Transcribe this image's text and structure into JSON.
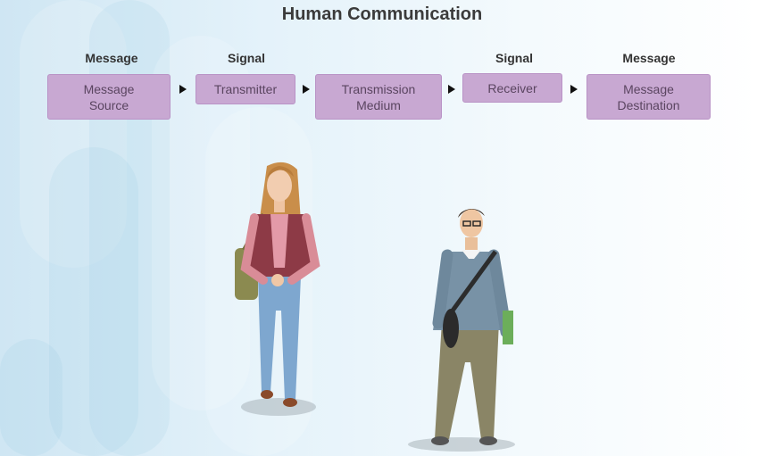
{
  "title": "Human Communication",
  "headers": [
    "Message",
    "Signal",
    "Signal",
    "Message"
  ],
  "boxes": [
    {
      "line1": "Message",
      "line2": "Source"
    },
    {
      "line1": "Transmitter",
      "line2": ""
    },
    {
      "line1": "Transmission",
      "line2": "Medium"
    },
    {
      "line1": "Receiver",
      "line2": ""
    },
    {
      "line1": "Message",
      "line2": "Destination"
    }
  ],
  "colors": {
    "box_fill": "#c8a8d2",
    "box_border": "#b993c6",
    "box_text": "#5a4560",
    "arrow": "#111111"
  },
  "illustrations": [
    "woman-sender-illustration",
    "man-receiver-illustration"
  ]
}
